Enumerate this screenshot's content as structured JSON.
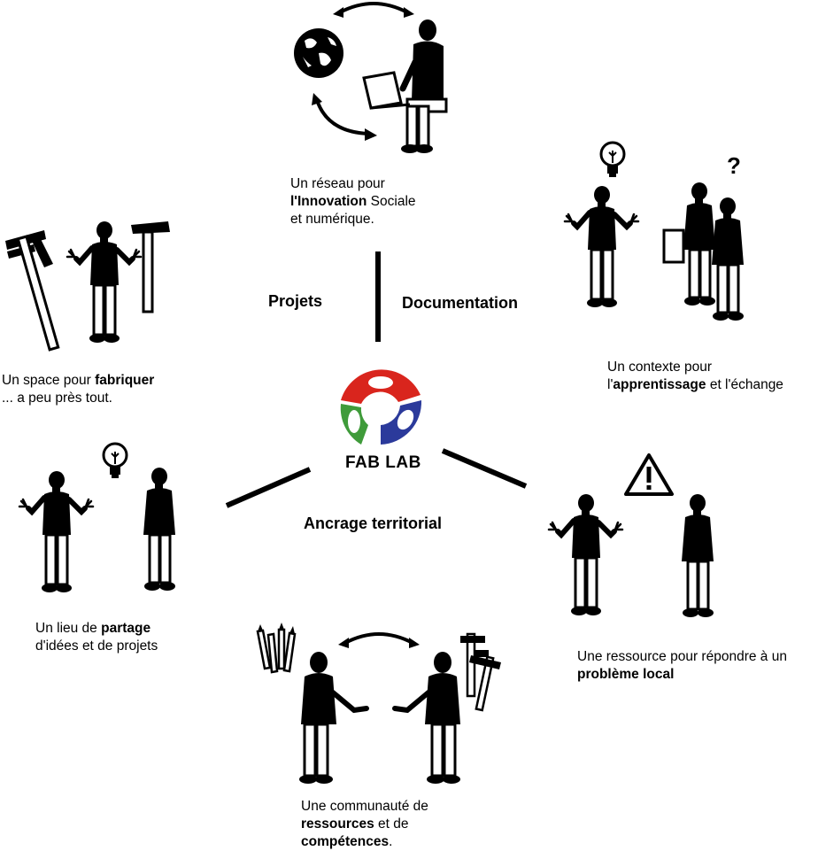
{
  "center": {
    "logo_text": "FAB LAB",
    "label_projets": "Projets",
    "label_documentation": "Documentation",
    "label_ancrage": "Ancrage territorial",
    "logo_colors": {
      "red": "#d9251d",
      "green": "#3f9b3a",
      "blue": "#2b3a9b"
    }
  },
  "nodes": {
    "network": {
      "line1": "Un réseau pour",
      "line2_bold": "l'Innovation",
      "line2_rest": " Sociale",
      "line3": "et numérique."
    },
    "learning": {
      "line1": "Un contexte pour",
      "line2_pre": "l'",
      "line2_bold": "apprentissage",
      "line2_rest": " et l'échange"
    },
    "local": {
      "line1": "Une ressource pour répondre à un",
      "line2_bold": "problème local"
    },
    "community": {
      "line1": "Une communauté de",
      "line2_bold": "ressources",
      "line2_rest": " et de",
      "line3_bold": "compétences",
      "line3_rest": "."
    },
    "sharing": {
      "line1_pre": "Un lieu de ",
      "line1_bold": "partage",
      "line2": "d'idées et de projets"
    },
    "fabricate": {
      "line1_pre": "Un space pour ",
      "line1_bold": "fabriquer",
      "line2": "... a peu près tout."
    }
  },
  "icons": [
    "globe-icon",
    "laptop-icon",
    "lightbulb-icon",
    "question-icon",
    "warning-icon",
    "caliper-icon",
    "hammer-icon",
    "pencils-icon",
    "exchange-arrow-icon"
  ]
}
